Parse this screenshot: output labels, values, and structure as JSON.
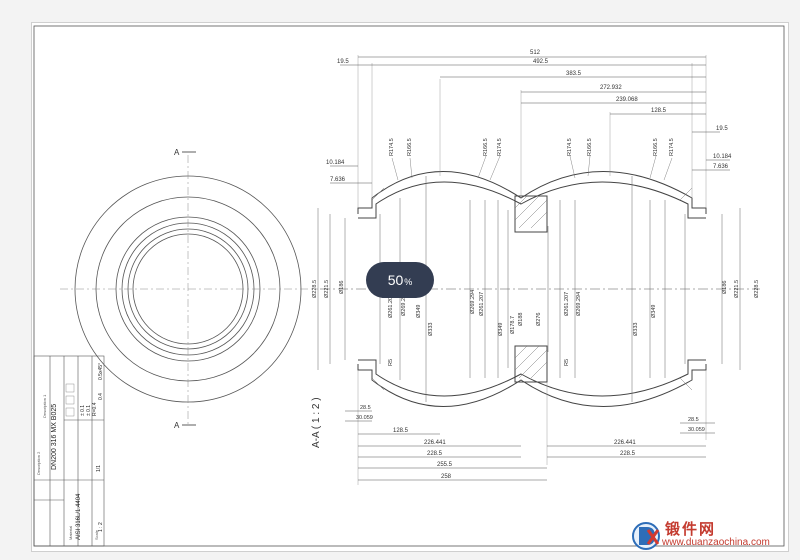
{
  "viewer": {
    "zoom_value": "50",
    "zoom_unit": "%"
  },
  "drawing": {
    "section_marker": "A",
    "section_title": "A-A ( 1 : 2 )",
    "top_dims": [
      "512",
      "492.5",
      "383.5",
      "272.932",
      "239.068",
      "128.5"
    ],
    "side_dims": [
      "19.5",
      "19.5",
      "10.184",
      "10.184",
      "7.636",
      "7.636"
    ],
    "radii": [
      "R174.5",
      "R166.5",
      "R166.5",
      "R174.5",
      "R174.5",
      "R166.5",
      "R166.5",
      "R174.5"
    ],
    "dia_left": [
      "Ø228.5",
      "Ø221.5",
      "Ø186",
      "Ø261.207",
      "Ø269.294",
      "Ø333",
      "Ø349"
    ],
    "dia_mid": [
      "Ø261.207",
      "Ø269.294",
      "Ø349",
      "Ø178.7",
      "Ø188",
      "Ø276"
    ],
    "dia_right": [
      "Ø269.294",
      "Ø261.207",
      "Ø333",
      "Ø349",
      "Ø186",
      "Ø221.5",
      "Ø228.5"
    ],
    "small_labels": [
      "R5",
      "R5",
      "28.5",
      "28.5",
      "30.059",
      "30.059"
    ],
    "bottom_dims": [
      "128.5",
      "226.441",
      "228.5",
      "255.5",
      "258",
      "226.441",
      "228.5"
    ]
  },
  "title_block": {
    "material_label": "Material",
    "material_value": "AISI 316L/1.4404",
    "description1_label": "Description 1",
    "description1_value": "DN200 316 MX B025",
    "description2_label": "Description 2",
    "scale_label": "Scale",
    "scale_value": "1 : 2",
    "sheet_value": "1/1",
    "tol_values": [
      "± 0.1",
      "± 0.1",
      "R=0.4",
      "0.4",
      "0.5x45°"
    ]
  },
  "watermark": {
    "brand": "锻件网",
    "url": "www.duanzaochina.com"
  }
}
